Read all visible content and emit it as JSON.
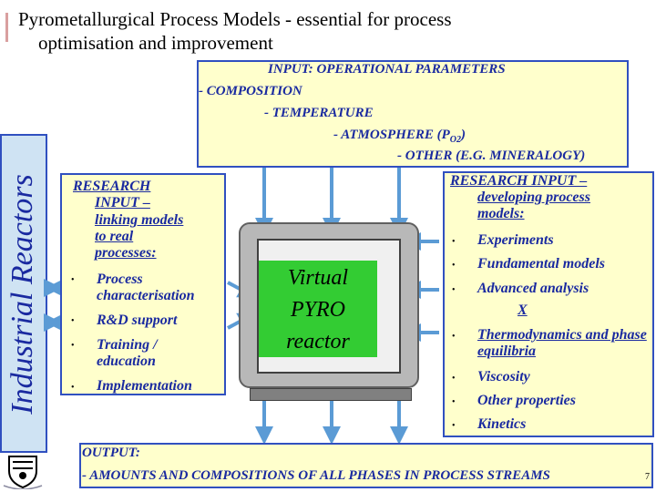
{
  "title": {
    "line1": "Pyrometallurgical Process Models - essential for process",
    "line2": "optimisation and improvement"
  },
  "side_banner": "Industrial Reactors",
  "input_box": {
    "header": "INPUT: OPERATIONAL PARAMETERS",
    "items": [
      "- COMPOSITION",
      "- TEMPERATURE",
      "- ATMOSPHERE (P",
      "- OTHER (E.G. MINERALOGY)"
    ],
    "subscript": "O2",
    "close": ")"
  },
  "left_box": {
    "header": [
      "RESEARCH",
      "INPUT –",
      "linking models",
      "to real",
      "processes:"
    ],
    "bullets": [
      "Process characterisation",
      "R&D support",
      "Training / education",
      "Implementation"
    ]
  },
  "center": {
    "label_lines": [
      "Virtual",
      "PYRO",
      "reactor"
    ],
    "screen_color": "#33cc33"
  },
  "right_box": {
    "header": [
      "RESEARCH  INPUT –",
      "developing process",
      "models:"
    ],
    "bullets": [
      "Experiments",
      "Fundamental models",
      "Advanced analysis"
    ],
    "x_mark": "X",
    "bullets2": [
      "Thermodynamics and phase equilibria",
      "Viscosity",
      "Other properties",
      "Kinetics"
    ]
  },
  "output_box": {
    "header": "OUTPUT:",
    "line": "- AMOUNTS AND COMPOSITIONS OF ALL PHASES IN PROCESS STREAMS"
  },
  "page_number": "7",
  "colors": {
    "box_fill": "#ffffcc",
    "border": "#3050c0",
    "text_blue": "#1a2aa0",
    "arrow": "#5b9bd5",
    "side_fill": "#cfe3f3"
  },
  "icons": [
    "university-crest-icon",
    "arrow-icon"
  ]
}
